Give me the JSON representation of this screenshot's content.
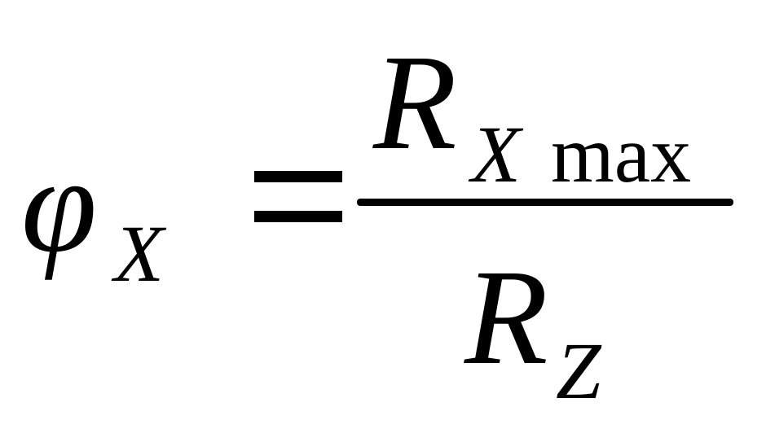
{
  "formula": {
    "lhs": {
      "symbol": "φ",
      "subscript": "X"
    },
    "relation": "=",
    "rhs": {
      "numerator": {
        "symbol": "R",
        "subscript_var": "X",
        "subscript_text": "max"
      },
      "denominator": {
        "symbol": "R",
        "subscript": "Z"
      }
    }
  }
}
